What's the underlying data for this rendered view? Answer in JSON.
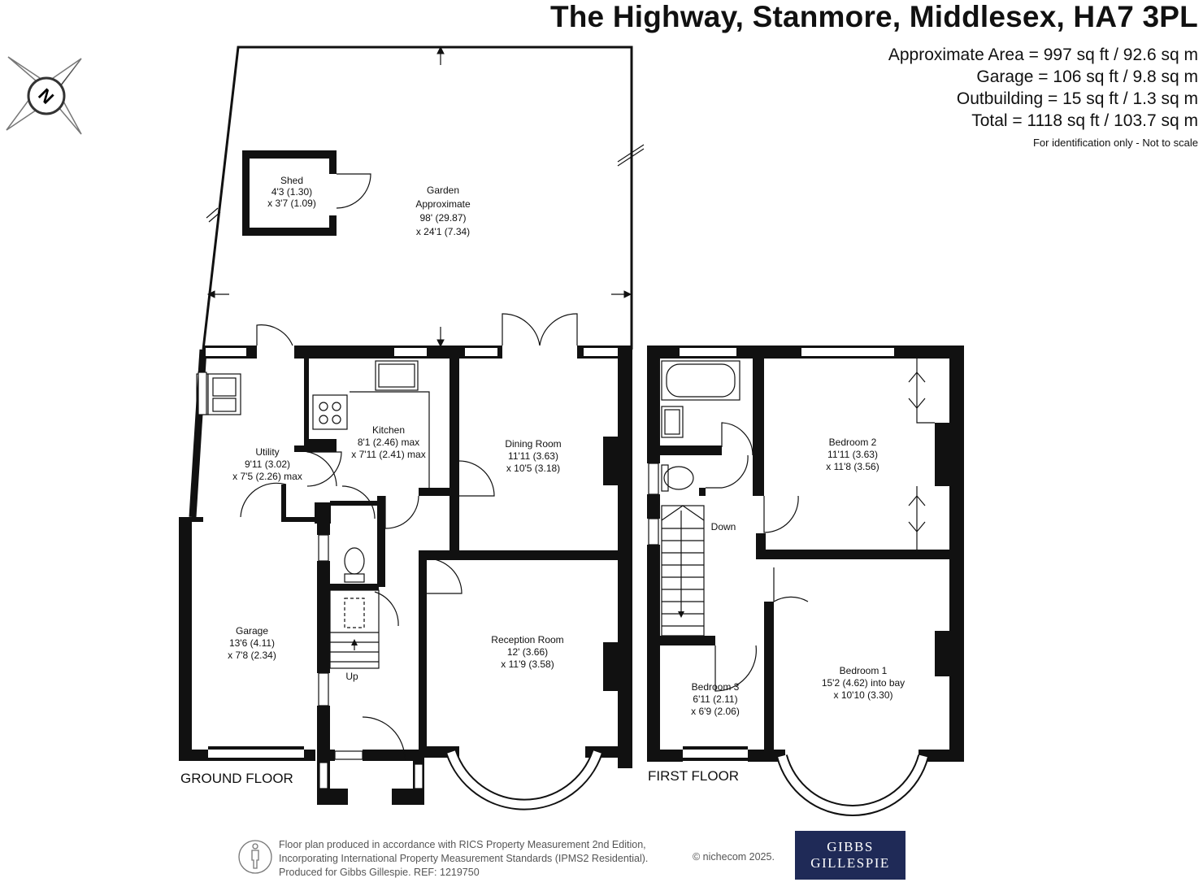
{
  "header": {
    "title": "The Highway, Stanmore, Middlesex, HA7 3PL",
    "areas": [
      "Approximate Area = 997 sq ft / 92.6 sq m",
      "Garage = 106 sq ft / 9.8 sq m",
      "Outbuilding = 15 sq ft / 1.3 sq m",
      "Total = 1118 sq ft / 103.7 sq m"
    ],
    "note": "For identification only - Not to scale"
  },
  "compass": {
    "letter": "N"
  },
  "floors": {
    "ground": "GROUND FLOOR",
    "first": "FIRST FLOOR"
  },
  "rooms": {
    "shed": [
      "Shed",
      "4'3 (1.30)",
      "x 3'7 (1.09)"
    ],
    "garden": [
      "Garden",
      "Approximate",
      "98' (29.87)",
      "x 24'1 (7.34)"
    ],
    "kitchen": [
      "Kitchen",
      "8'1 (2.46) max",
      "x 7'11 (2.41) max"
    ],
    "utility": [
      "Utility",
      "9'11 (3.02)",
      "x 7'5 (2.26) max"
    ],
    "dining": [
      "Dining Room",
      "11'11 (3.63)",
      "x 10'5 (3.18)"
    ],
    "garage": [
      "Garage",
      "13'6 (4.11)",
      "x 7'8 (2.34)"
    ],
    "reception": [
      "Reception Room",
      "12' (3.66)",
      "x 11'9 (3.58)"
    ],
    "bedroom2": [
      "Bedroom 2",
      "11'11 (3.63)",
      "x 11'8 (3.56)"
    ],
    "bedroom3": [
      "Bedroom 3",
      "6'11 (2.11)",
      "x 6'9 (2.06)"
    ],
    "bedroom1": [
      "Bedroom 1",
      "15'2 (4.62) into bay",
      "x 10'10 (3.30)"
    ]
  },
  "stairs": {
    "up": "Up",
    "down": "Down"
  },
  "footer": {
    "lines": [
      "Floor plan produced in accordance with RICS Property Measurement 2nd Edition,",
      "Incorporating International Property Measurement Standards (IPMS2 Residential).",
      "Produced for Gibbs Gillespie.   REF: 1219750"
    ],
    "copyright": "© nichecom 2025."
  },
  "logo": {
    "line1": "GIBBS",
    "line2": "GILLESPIE"
  }
}
